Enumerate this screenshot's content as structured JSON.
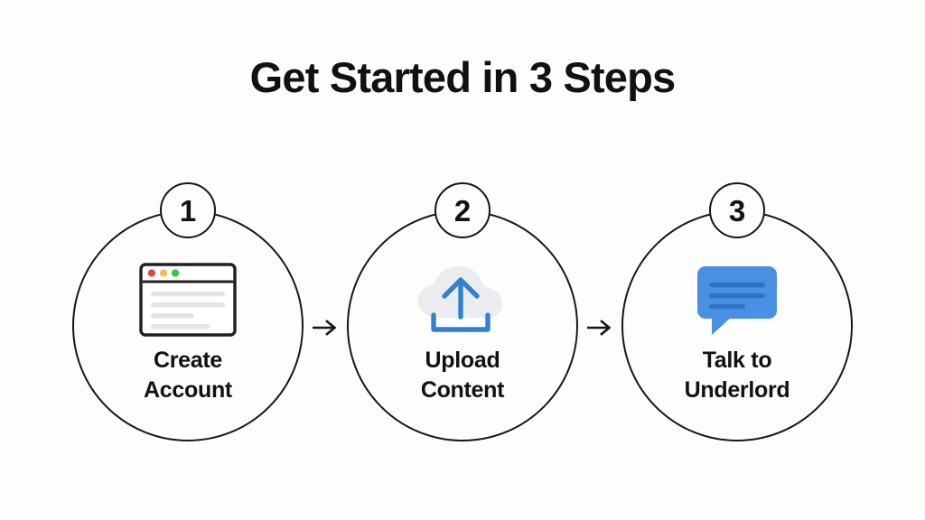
{
  "page": {
    "title": "Get Started in 3 Steps",
    "background_color": "#fdfdfb",
    "text_color": "#111111"
  },
  "colors": {
    "outline": "#14161a",
    "accent_blue": "#3182ce",
    "bubble_blue": "#4a90e2",
    "bubble_line_blue": "#2f72c4",
    "cloud_gray": "#eaecef",
    "content_line_gray": "#e2e4e7",
    "dot_red": "#e0443e",
    "dot_amber": "#f4bd4f",
    "dot_green": "#31c549"
  },
  "connectors": [
    {
      "name": "arrow-step1-to-step2",
      "glyph": "→"
    },
    {
      "name": "arrow-step2-to-step3",
      "glyph": "→"
    }
  ],
  "steps": [
    {
      "number": "1",
      "icon": "browser-window-icon",
      "label_line1": "Create",
      "label_line2": "Account"
    },
    {
      "number": "2",
      "icon": "cloud-upload-icon",
      "label_line1": "Upload",
      "label_line2": "Content"
    },
    {
      "number": "3",
      "icon": "chat-bubble-icon",
      "label_line1": "Talk to",
      "label_line2": "Underlord"
    }
  ]
}
